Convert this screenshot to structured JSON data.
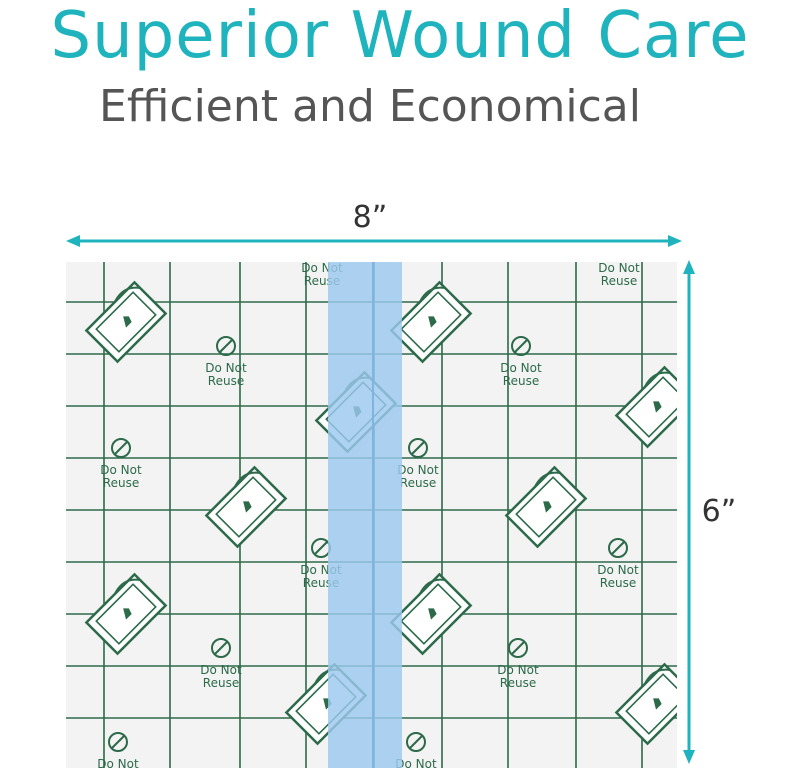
{
  "header": {
    "title": "Superior Wound Care",
    "subtitle": "Efficient and Economical"
  },
  "dimensions": {
    "width_label": "8”",
    "height_label": "6”"
  },
  "sheet": {
    "warning_line1": "Do Not",
    "warning_line2": "Reuse"
  },
  "colors": {
    "accent": "#1fb4bd",
    "grid_green": "#2c6a4a",
    "strip_blue": "#9cc9ef",
    "sheet_bg": "#f3f3f3"
  },
  "icons": [
    "peel-corner-icon",
    "no-reuse-icon",
    "dimension-arrow-icon"
  ]
}
